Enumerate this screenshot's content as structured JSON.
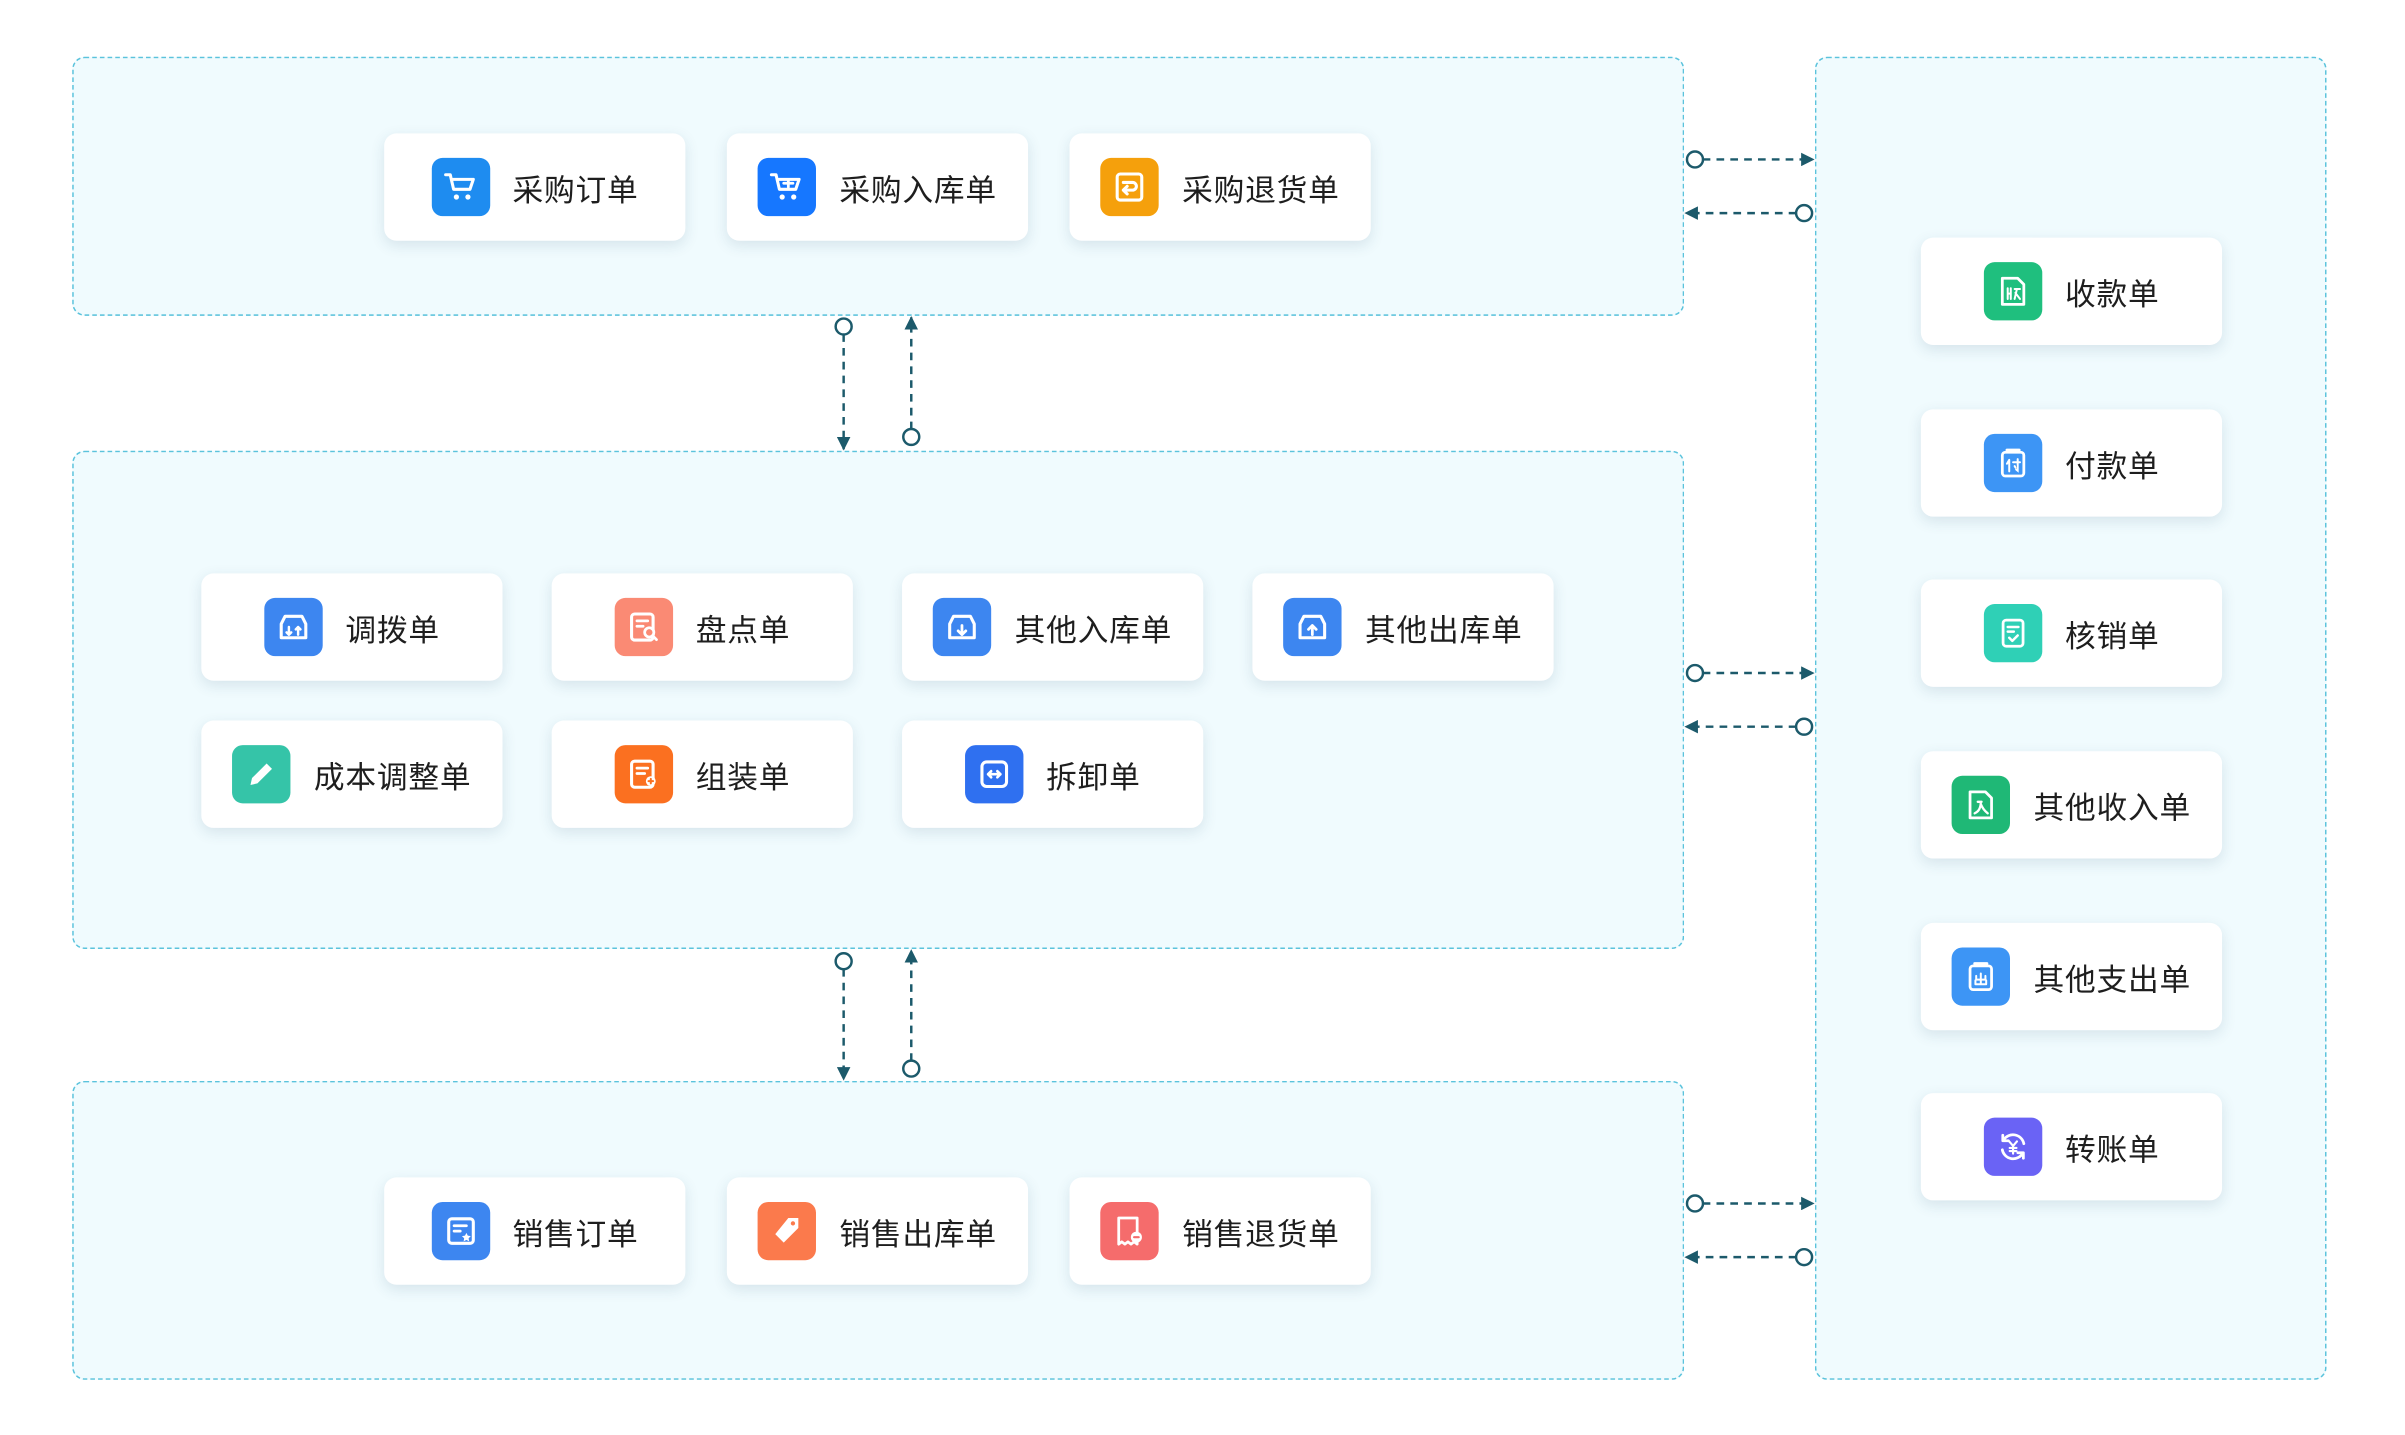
{
  "colors": {
    "group_border": "#5bc3dc",
    "group_fill": "#f0fbfe",
    "connector": "#1c5a6b"
  },
  "groups": {
    "purchase": {
      "cards": [
        {
          "label": "采购订单",
          "icon": "shopping-cart-icon",
          "color": "#1e8cf0"
        },
        {
          "label": "采购入库单",
          "icon": "cart-inbound-icon",
          "color": "#1677ff"
        },
        {
          "label": "采购退货单",
          "icon": "return-box-icon",
          "color": "#f5a00c"
        }
      ]
    },
    "inventory": {
      "cards": [
        {
          "label": "调拨单",
          "icon": "transfer-icon",
          "color": "#3d86f0"
        },
        {
          "label": "盘点单",
          "icon": "stocktake-icon",
          "color": "#fa8a74"
        },
        {
          "label": "其他入库单",
          "icon": "inbound-box-icon",
          "color": "#3d86f0"
        },
        {
          "label": "其他出库单",
          "icon": "outbound-box-icon",
          "color": "#3d86f0"
        },
        {
          "label": "成本调整单",
          "icon": "edit-pencil-icon",
          "color": "#35c4a8"
        },
        {
          "label": "组装单",
          "icon": "assembly-icon",
          "color": "#fb7020"
        },
        {
          "label": "拆卸单",
          "icon": "disassembly-icon",
          "color": "#2f70f0"
        }
      ]
    },
    "sales": {
      "cards": [
        {
          "label": "销售订单",
          "icon": "sales-order-icon",
          "color": "#3d86f0"
        },
        {
          "label": "销售出库单",
          "icon": "price-tag-icon",
          "color": "#fb7a4c"
        },
        {
          "label": "销售退货单",
          "icon": "return-receipt-icon",
          "color": "#f56c6c"
        }
      ]
    },
    "finance": {
      "cards": [
        {
          "label": "收款单",
          "icon": "receipt-collect-icon",
          "color": "#1fbf7e"
        },
        {
          "label": "付款单",
          "icon": "payment-icon",
          "color": "#3d95f5"
        },
        {
          "label": "核销单",
          "icon": "verification-icon",
          "color": "#2fd0b6"
        },
        {
          "label": "其他收入单",
          "icon": "other-income-icon",
          "color": "#1fb876"
        },
        {
          "label": "其他支出单",
          "icon": "other-expense-icon",
          "color": "#3d95f5"
        },
        {
          "label": "转账单",
          "icon": "transfer-yuan-icon",
          "color": "#6a63f5"
        }
      ]
    }
  }
}
